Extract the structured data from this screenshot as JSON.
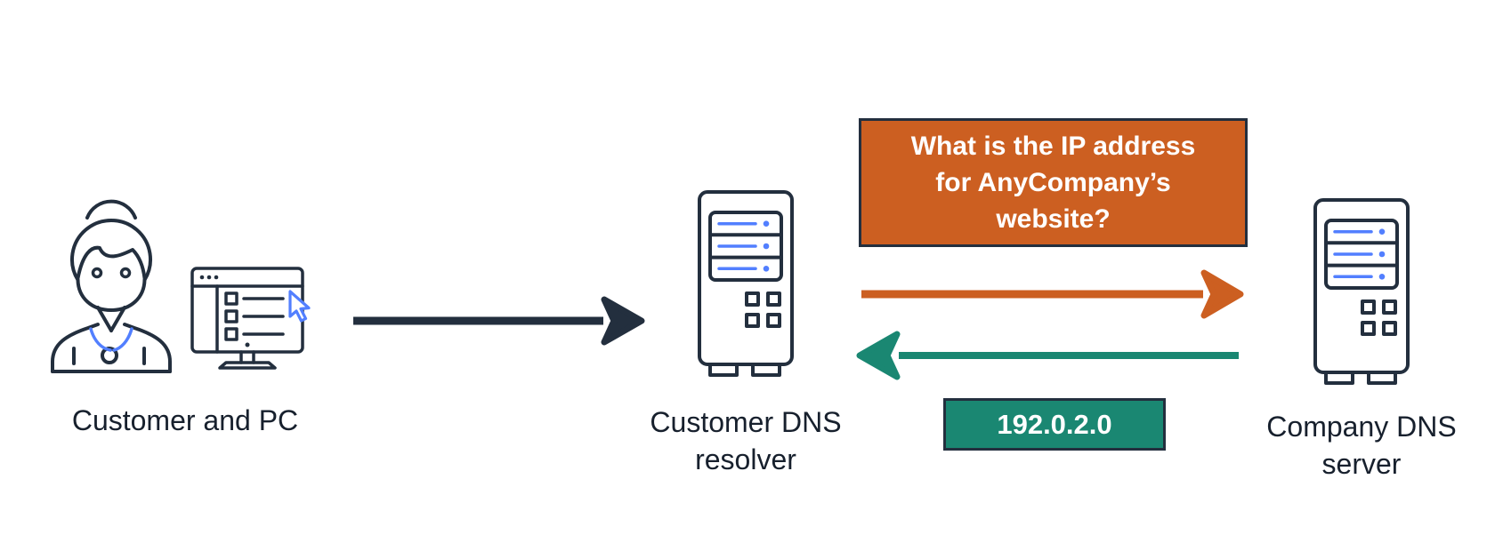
{
  "colors": {
    "outline_navy": "#232f3e",
    "accent_blue": "#527fff",
    "query_orange": "#cc5f21",
    "response_teal": "#1a8772",
    "label_text": "#17202d",
    "box_text": "#ffffff",
    "background": "#ffffff"
  },
  "nodes": {
    "customer": {
      "label": "Customer and PC",
      "icon": "customer-and-pc-icon"
    },
    "resolver": {
      "label_line1": "Customer DNS",
      "label_line2": "resolver",
      "icon": "dns-server-icon"
    },
    "company": {
      "label_line1": "Company DNS",
      "label_line2": "server",
      "icon": "dns-server-icon"
    }
  },
  "messages": {
    "query": {
      "line1": "What is the IP address",
      "line2": "for AnyCompany’s",
      "line3": "website?"
    },
    "response": {
      "value": "192.0.2.0"
    }
  },
  "arrows": [
    {
      "name": "customer-to-resolver",
      "direction": "right",
      "color": "#232f3e"
    },
    {
      "name": "resolver-to-company-query",
      "direction": "right",
      "color": "#cc5f21"
    },
    {
      "name": "company-to-resolver-response",
      "direction": "left",
      "color": "#1a8772"
    }
  ]
}
